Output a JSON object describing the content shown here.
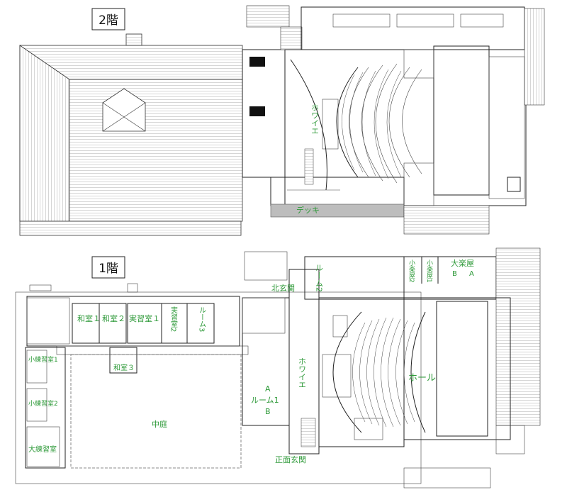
{
  "floors": {
    "upper": {
      "label": "2階",
      "rooms": {
        "foyer": "ホワイエ",
        "deck": "デッキ"
      }
    },
    "lower": {
      "label": "1階",
      "rooms": {
        "washitsu1": "和室１",
        "washitsu2": "和室２",
        "jisshu1": "実習室１",
        "jisshu2": "実習室2",
        "room3": "ルーム3",
        "washitsu3": "和室３",
        "kitagenkan": "北玄関",
        "room2": "ルーム2",
        "shogakuya2": "小楽屋2",
        "shogakuya1": "小楽屋1",
        "daigakuya": "大楽屋",
        "daigakuya_b": "B",
        "daigakuya_a": "A",
        "shorenshu1": "小練習室1",
        "shorenshu2": "小練習室2",
        "dairenshu": "大練習室",
        "nakaniwa": "中庭",
        "room1_a": "A",
        "room1": "ルーム1",
        "room1_b": "B",
        "foyer": "ホワイエ",
        "hall": "ホール",
        "shomengenkan": "正面玄関"
      }
    }
  },
  "colors": {
    "room_label": "#2f9a3a",
    "line": "#222222",
    "background": "#ffffff"
  }
}
